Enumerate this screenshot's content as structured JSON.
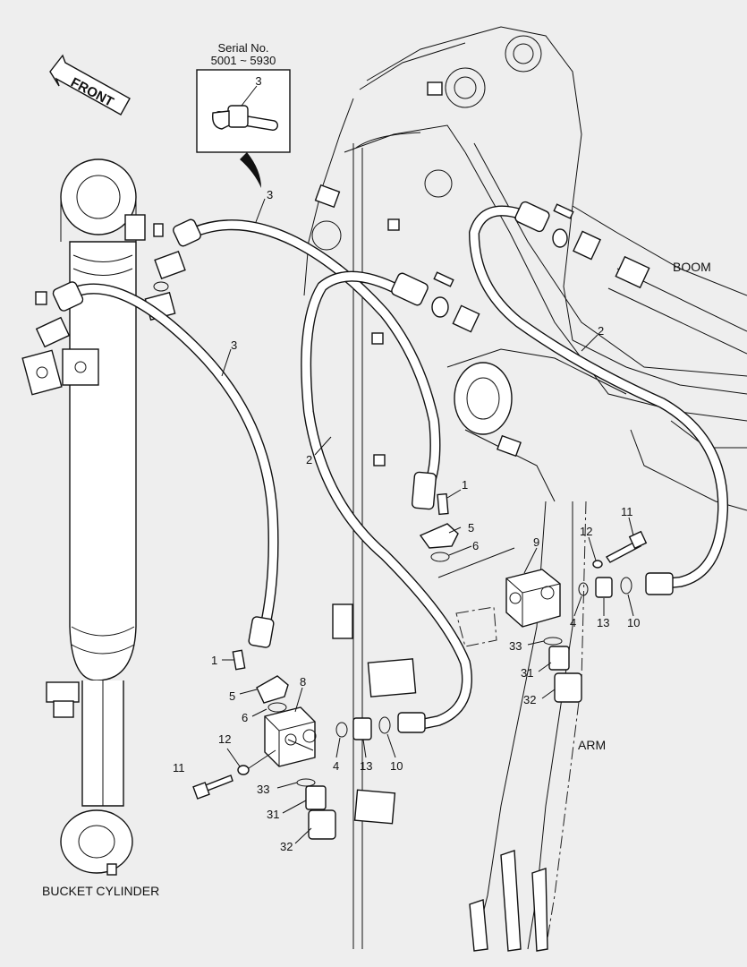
{
  "inset": {
    "title_line1": "Serial No.",
    "title_line2": "5001 ~ 5930",
    "callout": "3"
  },
  "direction": {
    "label": "FRONT"
  },
  "assemblies": {
    "bucket_cylinder": "BUCKET CYLINDER",
    "boom": "BOOM",
    "arm": "ARM"
  },
  "callouts": {
    "hose_left_3": "3",
    "hose_top_3": "3",
    "hose_center_2": "2",
    "hose_right_2": "2",
    "left_1": "1",
    "left_5": "5",
    "left_6": "6",
    "left_8": "8",
    "left_12": "12",
    "left_11": "11",
    "left_4": "4",
    "left_13": "13",
    "left_10": "10",
    "left_33": "33",
    "left_31": "31",
    "left_32": "32",
    "right_1": "1",
    "right_5": "5",
    "right_6": "6",
    "right_9": "9",
    "right_12": "12",
    "right_11": "11",
    "right_4": "4",
    "right_13": "13",
    "right_10": "10",
    "right_33": "33",
    "right_31": "31",
    "right_32": "32"
  }
}
